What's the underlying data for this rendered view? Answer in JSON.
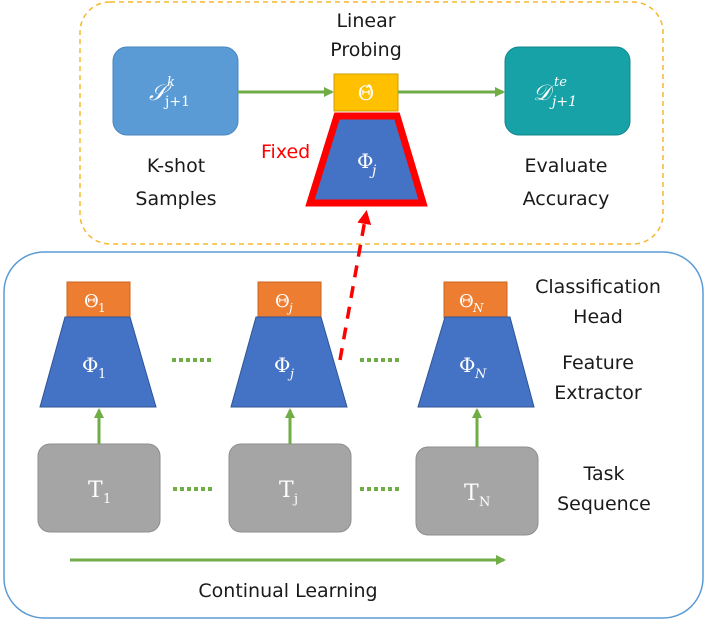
{
  "top_panel": {
    "linear_probing_line1": "Linear",
    "linear_probing_line2": "Probing",
    "theta_hat": "Θ̂",
    "support_set": "𝒮",
    "support_set_sup": "k",
    "support_set_sub": "j+1",
    "kshot_line1": "K-shot",
    "kshot_line2": "Samples",
    "test_set": "𝒟",
    "test_set_sup": "te",
    "test_set_sub": "j+1",
    "evaluate_line1": "Evaluate",
    "evaluate_line2": "Accuracy",
    "fixed_label": "Fixed",
    "phi_j": "Φ",
    "phi_j_sub": "j"
  },
  "bottom_panel": {
    "heads": [
      {
        "symbol": "Θ",
        "sub": "1"
      },
      {
        "symbol": "Θ",
        "sub": "j"
      },
      {
        "symbol": "Θ",
        "sub": "N"
      }
    ],
    "extractors": [
      {
        "symbol": "Φ",
        "sub": "1"
      },
      {
        "symbol": "Φ",
        "sub": "j"
      },
      {
        "symbol": "Φ",
        "sub": "N"
      }
    ],
    "tasks": [
      {
        "symbol": "T",
        "sub": "1"
      },
      {
        "symbol": "T",
        "sub": "j"
      },
      {
        "symbol": "T",
        "sub": "N"
      }
    ],
    "classification_head_line1": "Classification",
    "classification_head_line2": "Head",
    "feature_extractor_line1": "Feature",
    "feature_extractor_line2": "Extractor",
    "task_sequence_line1": "Task",
    "task_sequence_line2": "Sequence",
    "continual_learning": "Continual Learning"
  },
  "colors": {
    "blue_trapezoid": "#4472c4",
    "orange_head": "#ed7d31",
    "gray_task": "#a5a5a5",
    "light_blue_box": "#5b9bd5",
    "teal_box": "#17a2a8",
    "gold_box": "#ffc000",
    "red": "#ff0000",
    "green_arrow": "#70ad47",
    "panel_border_blue": "#5b9bd5",
    "panel_border_gold": "#f5b82e"
  }
}
